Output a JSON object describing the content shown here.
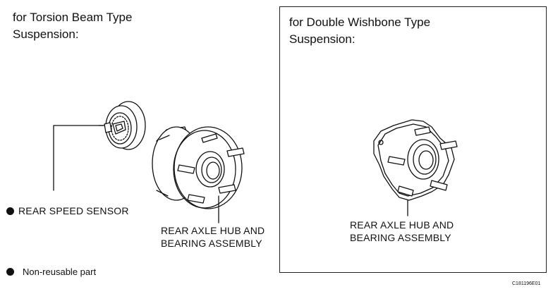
{
  "left_panel": {
    "heading_line1": "for Torsion Beam Type",
    "heading_line2": "Suspension:",
    "speed_sensor_label": "REAR SPEED SENSOR",
    "hub_label_line1": "REAR AXLE HUB AND",
    "hub_label_line2": "BEARING ASSEMBLY"
  },
  "right_panel": {
    "heading_line1": "for Double Wishbone Type",
    "heading_line2": "Suspension:",
    "hub_label_line1": "REAR AXLE HUB AND",
    "hub_label_line2": "BEARING ASSEMBLY"
  },
  "legend": {
    "text": "Non-reusable part"
  },
  "figure_code": "C181196E01"
}
